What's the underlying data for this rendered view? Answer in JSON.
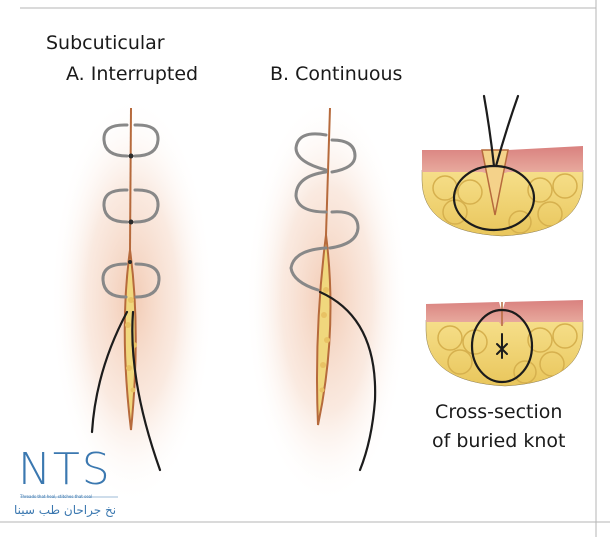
{
  "figure": {
    "title": "Subcuticular",
    "panel_a_label": "A. Interrupted",
    "panel_b_label": "B. Continuous",
    "cross_section_caption_line1": "Cross-section",
    "cross_section_caption_line2": "of buried knot"
  },
  "logo": {
    "letters": "NTS",
    "tagline": "Threads that heal, stitches that seal",
    "arabic_text": "نخ جراحان طب سینا"
  },
  "colors": {
    "skin_glow": "#f1c7ad",
    "wound_edge": "#b66a3c",
    "fat_yellow": "#f3d77a",
    "dermis_pink": "#dc8d88",
    "suture": "#1c1c1c",
    "buried_loop": "#7a7a7a",
    "logo_blue": "#3b78b0",
    "frame_line": "#999999"
  }
}
